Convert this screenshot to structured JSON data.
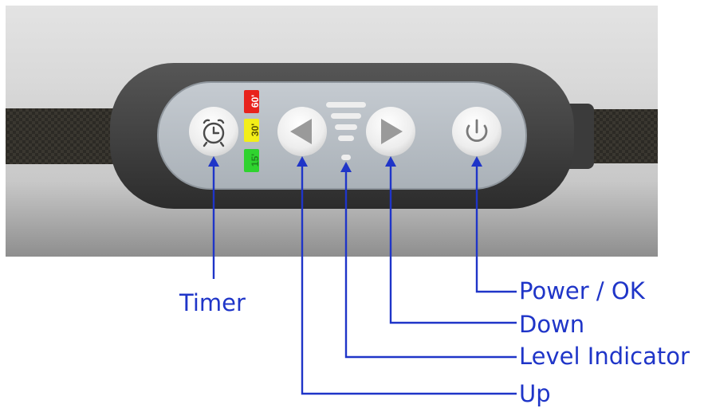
{
  "timer_levels": [
    "60'",
    "30'",
    "15'"
  ],
  "colors": {
    "timer_60": "#e8231c",
    "timer_30": "#f3ee18",
    "timer_15": "#2fd32f",
    "callout": "#1f35c8"
  },
  "icons": {
    "timer": "alarm-clock-icon",
    "up": "triangle-left-icon",
    "down": "triangle-right-icon",
    "power": "power-icon"
  },
  "labels": {
    "timer": "Timer",
    "power": "Power / OK",
    "down": "Down",
    "level": "Level Indicator",
    "up": "Up"
  }
}
